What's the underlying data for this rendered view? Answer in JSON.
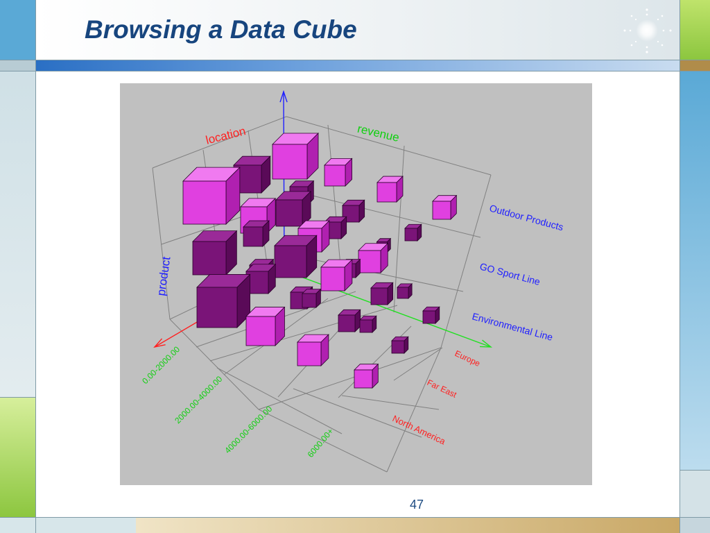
{
  "slide": {
    "title": "Browsing a Data Cube",
    "page_number": "47"
  },
  "cube": {
    "axis_titles": {
      "location": "location",
      "revenue": "revenue",
      "product": "product"
    },
    "product_levels": [
      "Outdoor Products",
      "GO Sport Line",
      "Environmental Line"
    ],
    "revenue_levels": [
      "0.00-2000.00",
      "2000.00-4000.00",
      "4000.00-6000.00",
      "6000.00+"
    ],
    "location_levels": [
      "Europe",
      "Far East",
      "North America"
    ],
    "colors": {
      "background": "#c0c0c0",
      "grid": "#808080",
      "bright_cube": "#e040e0",
      "dark_cube": "#7a1478",
      "location_axis": "#ff2020",
      "revenue_axis": "#20e020",
      "product_axis": "#2020ff"
    },
    "icons": [
      "sparkle-icon"
    ]
  }
}
